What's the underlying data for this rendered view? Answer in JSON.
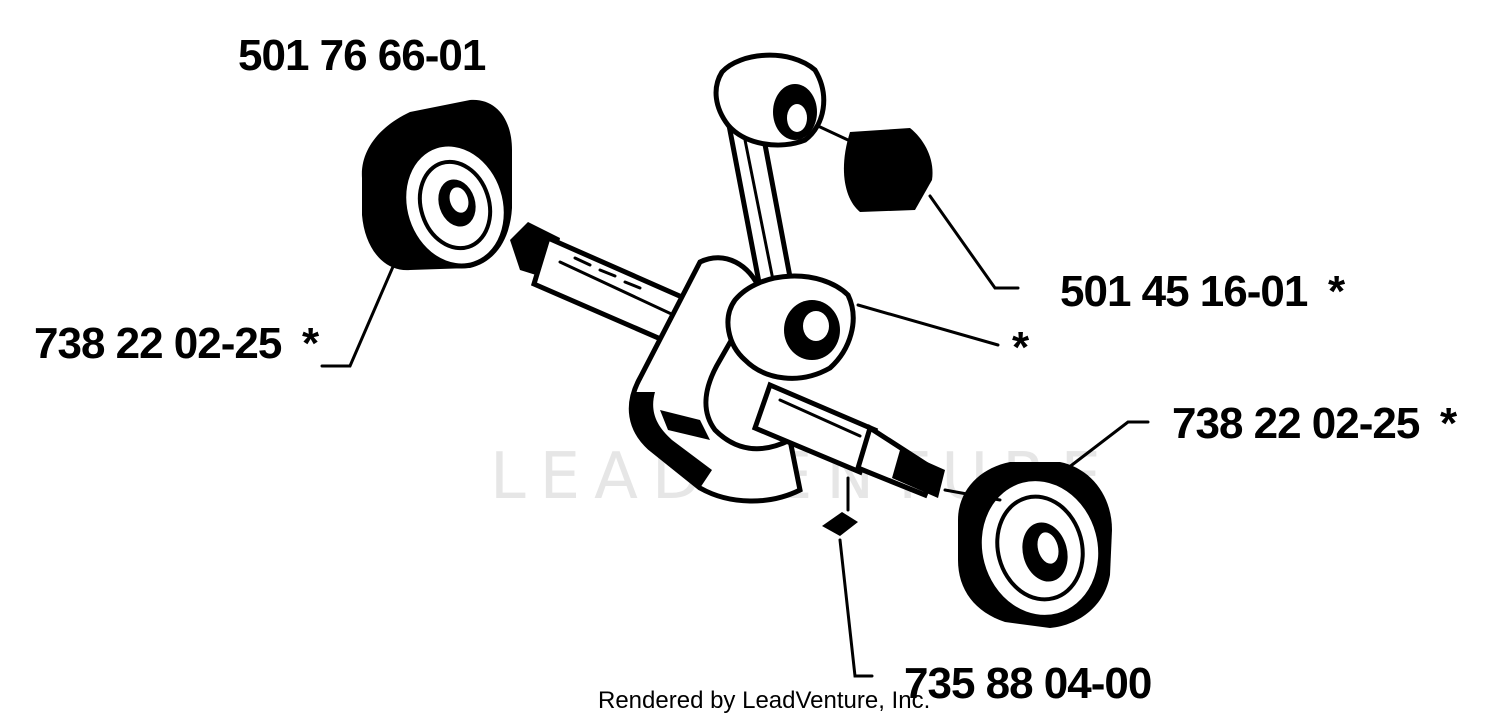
{
  "labels": {
    "top_left_part": "501 76 66-01",
    "left_bearing_part": "738 22 02-25",
    "left_bearing_star": "*",
    "needle_bearing_part": "501 45 16-01",
    "needle_bearing_star": "*",
    "crank_star": "*",
    "right_bearing_part": "738 22 02-25",
    "right_bearing_star": "*",
    "key_part": "735 88 04-00"
  },
  "credit": "Rendered by LeadVenture, Inc.",
  "watermark": "LEADVENTURE"
}
